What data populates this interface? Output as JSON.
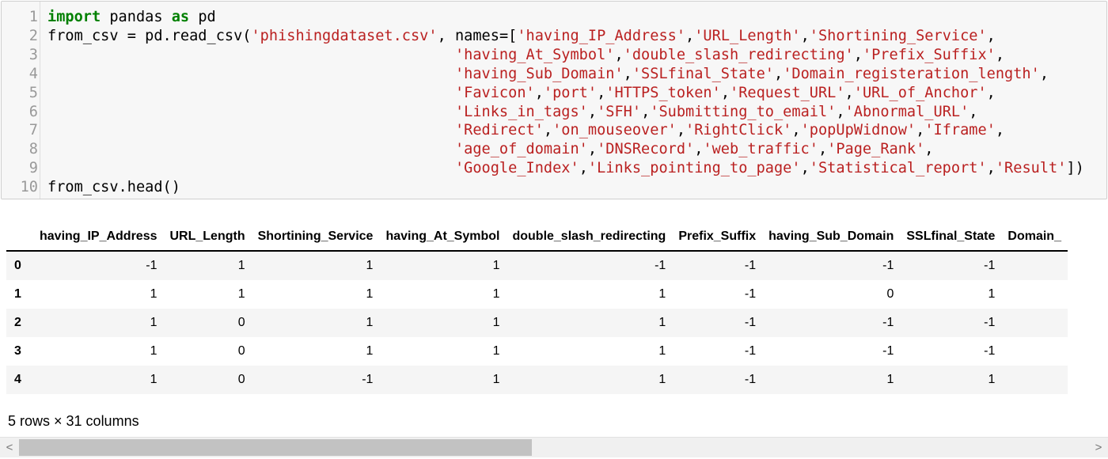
{
  "code": {
    "lines": [
      {
        "n": "1",
        "tokens": [
          {
            "t": "kw",
            "s": "import"
          },
          {
            "t": "p",
            "s": " pandas "
          },
          {
            "t": "kw",
            "s": "as"
          },
          {
            "t": "p",
            "s": " pd"
          }
        ]
      },
      {
        "n": "2",
        "tokens": [
          {
            "t": "p",
            "s": "from_csv = pd.read_csv("
          },
          {
            "t": "str",
            "s": "'phishingdataset.csv'"
          },
          {
            "t": "p",
            "s": ", names=["
          },
          {
            "t": "str",
            "s": "'having_IP_Address'"
          },
          {
            "t": "p",
            "s": ","
          },
          {
            "t": "str",
            "s": "'URL_Length'"
          },
          {
            "t": "p",
            "s": ","
          },
          {
            "t": "str",
            "s": "'Shortining_Service'"
          },
          {
            "t": "p",
            "s": ","
          }
        ]
      },
      {
        "n": "3",
        "tokens": [
          {
            "t": "p",
            "s": "                                              "
          },
          {
            "t": "str",
            "s": "'having_At_Symbol'"
          },
          {
            "t": "p",
            "s": ","
          },
          {
            "t": "str",
            "s": "'double_slash_redirecting'"
          },
          {
            "t": "p",
            "s": ","
          },
          {
            "t": "str",
            "s": "'Prefix_Suffix'"
          },
          {
            "t": "p",
            "s": ","
          }
        ]
      },
      {
        "n": "4",
        "tokens": [
          {
            "t": "p",
            "s": "                                              "
          },
          {
            "t": "str",
            "s": "'having_Sub_Domain'"
          },
          {
            "t": "p",
            "s": ","
          },
          {
            "t": "str",
            "s": "'SSLfinal_State'"
          },
          {
            "t": "p",
            "s": ","
          },
          {
            "t": "str",
            "s": "'Domain_registeration_length'"
          },
          {
            "t": "p",
            "s": ","
          }
        ]
      },
      {
        "n": "5",
        "tokens": [
          {
            "t": "p",
            "s": "                                              "
          },
          {
            "t": "str",
            "s": "'Favicon'"
          },
          {
            "t": "p",
            "s": ","
          },
          {
            "t": "str",
            "s": "'port'"
          },
          {
            "t": "p",
            "s": ","
          },
          {
            "t": "str",
            "s": "'HTTPS_token'"
          },
          {
            "t": "p",
            "s": ","
          },
          {
            "t": "str",
            "s": "'Request_URL'"
          },
          {
            "t": "p",
            "s": ","
          },
          {
            "t": "str",
            "s": "'URL_of_Anchor'"
          },
          {
            "t": "p",
            "s": ","
          }
        ]
      },
      {
        "n": "6",
        "tokens": [
          {
            "t": "p",
            "s": "                                              "
          },
          {
            "t": "str",
            "s": "'Links_in_tags'"
          },
          {
            "t": "p",
            "s": ","
          },
          {
            "t": "str",
            "s": "'SFH'"
          },
          {
            "t": "p",
            "s": ","
          },
          {
            "t": "str",
            "s": "'Submitting_to_email'"
          },
          {
            "t": "p",
            "s": ","
          },
          {
            "t": "str",
            "s": "'Abnormal_URL'"
          },
          {
            "t": "p",
            "s": ","
          }
        ]
      },
      {
        "n": "7",
        "tokens": [
          {
            "t": "p",
            "s": "                                              "
          },
          {
            "t": "str",
            "s": "'Redirect'"
          },
          {
            "t": "p",
            "s": ","
          },
          {
            "t": "str",
            "s": "'on_mouseover'"
          },
          {
            "t": "p",
            "s": ","
          },
          {
            "t": "str",
            "s": "'RightClick'"
          },
          {
            "t": "p",
            "s": ","
          },
          {
            "t": "str",
            "s": "'popUpWidnow'"
          },
          {
            "t": "p",
            "s": ","
          },
          {
            "t": "str",
            "s": "'Iframe'"
          },
          {
            "t": "p",
            "s": ","
          }
        ]
      },
      {
        "n": "8",
        "tokens": [
          {
            "t": "p",
            "s": "                                              "
          },
          {
            "t": "str",
            "s": "'age_of_domain'"
          },
          {
            "t": "p",
            "s": ","
          },
          {
            "t": "str",
            "s": "'DNSRecord'"
          },
          {
            "t": "p",
            "s": ","
          },
          {
            "t": "str",
            "s": "'web_traffic'"
          },
          {
            "t": "p",
            "s": ","
          },
          {
            "t": "str",
            "s": "'Page_Rank'"
          },
          {
            "t": "p",
            "s": ","
          }
        ]
      },
      {
        "n": "9",
        "tokens": [
          {
            "t": "p",
            "s": "                                              "
          },
          {
            "t": "str",
            "s": "'Google_Index'"
          },
          {
            "t": "p",
            "s": ","
          },
          {
            "t": "str",
            "s": "'Links_pointing_to_page'"
          },
          {
            "t": "p",
            "s": ","
          },
          {
            "t": "str",
            "s": "'Statistical_report'"
          },
          {
            "t": "p",
            "s": ","
          },
          {
            "t": "str",
            "s": "'Result'"
          },
          {
            "t": "p",
            "s": "])"
          }
        ]
      },
      {
        "n": "10",
        "tokens": [
          {
            "t": "p",
            "s": "from_csv.head()"
          }
        ]
      }
    ]
  },
  "table": {
    "columns": [
      "having_IP_Address",
      "URL_Length",
      "Shortining_Service",
      "having_At_Symbol",
      "double_slash_redirecting",
      "Prefix_Suffix",
      "having_Sub_Domain",
      "SSLfinal_State",
      "Domain_"
    ],
    "rows": [
      {
        "index": "0",
        "cells": [
          "-1",
          "1",
          "1",
          "1",
          "-1",
          "-1",
          "-1",
          "-1",
          ""
        ]
      },
      {
        "index": "1",
        "cells": [
          "1",
          "1",
          "1",
          "1",
          "1",
          "-1",
          "0",
          "1",
          ""
        ]
      },
      {
        "index": "2",
        "cells": [
          "1",
          "0",
          "1",
          "1",
          "1",
          "-1",
          "-1",
          "-1",
          ""
        ]
      },
      {
        "index": "3",
        "cells": [
          "1",
          "0",
          "1",
          "1",
          "1",
          "-1",
          "-1",
          "-1",
          ""
        ]
      },
      {
        "index": "4",
        "cells": [
          "1",
          "0",
          "-1",
          "1",
          "1",
          "-1",
          "1",
          "1",
          ""
        ]
      }
    ]
  },
  "footer": "5 rows × 31 columns",
  "scrollbar": {
    "left_arrow": "<",
    "right_arrow": ">",
    "left_icon": "chevron-left-icon",
    "right_icon": "chevron-right-icon"
  },
  "colors": {
    "keyword": "#008000",
    "string": "#ba2121",
    "cell_background": "#f7f7f7",
    "row_stripe": "#f5f5f5"
  }
}
